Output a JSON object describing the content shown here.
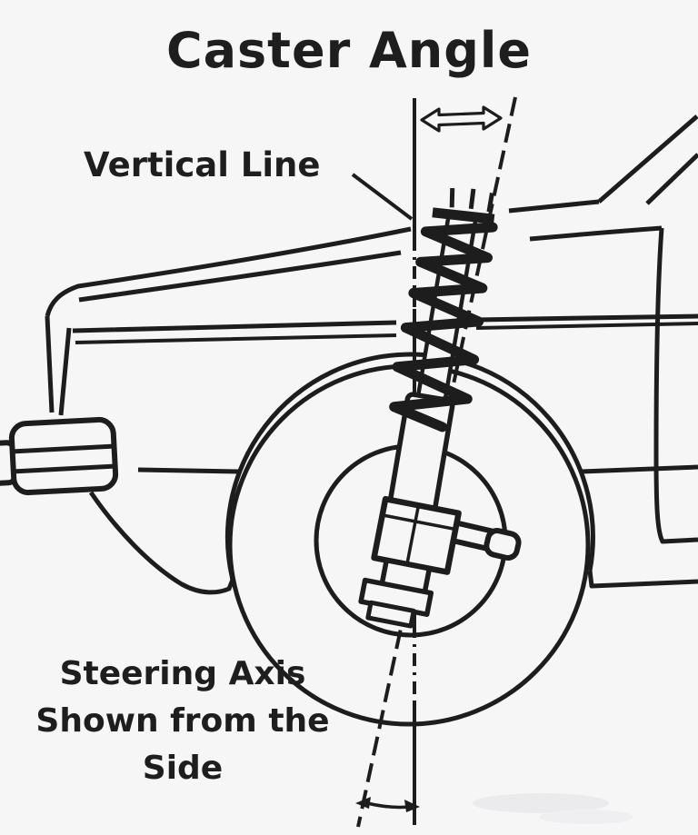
{
  "title": "Caster Angle",
  "labels": {
    "vertical_line": "Vertical Line",
    "steering_axis_line1": "Steering Axis",
    "steering_axis_line2": "Shown from the",
    "steering_axis_line3": "Side"
  },
  "colors": {
    "background": "#f6f6f7",
    "ink": "#1d1d1d"
  }
}
